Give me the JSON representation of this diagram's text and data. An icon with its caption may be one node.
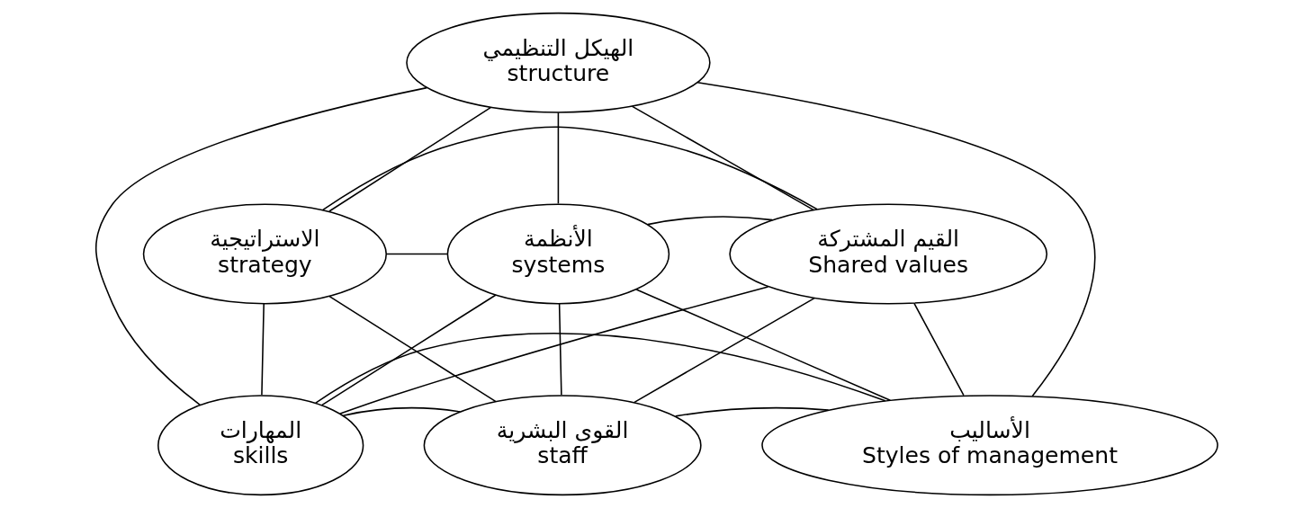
{
  "diagram": {
    "nodes": [
      {
        "text": [
          "الهيكل التنظيمي",
          "structure"
        ]
      },
      {
        "text": [
          "الاستراتيجية",
          "strategy"
        ]
      },
      {
        "text": [
          "الأنظمة",
          "systems"
        ]
      },
      {
        "text": [
          "القيم المشتركة",
          "Shared values"
        ]
      },
      {
        "text": [
          "المهارات",
          "skills"
        ]
      },
      {
        "text": [
          "القوى البشرية",
          "staff"
        ]
      },
      {
        "text": [
          "الأساليب",
          "Styles of management"
        ]
      }
    ],
    "edges": [
      {
        "from": 0,
        "to": 1,
        "arrow": "none"
      },
      {
        "from": 0,
        "to": 2,
        "arrow": "none"
      },
      {
        "from": 0,
        "to": 3,
        "arrow": "none"
      },
      {
        "from": 0,
        "to": 4,
        "arrow": "none"
      },
      {
        "from": 0,
        "to": 6,
        "arrow": "none"
      },
      {
        "from": 1,
        "to": 2,
        "arrow": "none"
      },
      {
        "from": 1,
        "to": 3,
        "arrow": "none"
      },
      {
        "from": 1,
        "to": 4,
        "arrow": "none"
      },
      {
        "from": 1,
        "to": 5,
        "arrow": "none"
      },
      {
        "from": 2,
        "to": 3,
        "arrow": "none"
      },
      {
        "from": 2,
        "to": 4,
        "arrow": "none"
      },
      {
        "from": 2,
        "to": 5,
        "arrow": "none"
      },
      {
        "from": 2,
        "to": 6,
        "arrow": "none"
      },
      {
        "from": 3,
        "to": 4,
        "arrow": "none"
      },
      {
        "from": 3,
        "to": 5,
        "arrow": "none"
      },
      {
        "from": 3,
        "to": 6,
        "arrow": "none"
      },
      {
        "from": 4,
        "to": 6,
        "arrow": "none"
      },
      {
        "from": 4,
        "to": 5,
        "arrow": "none"
      },
      {
        "from": 5,
        "to": 6,
        "arrow": "none"
      }
    ]
  }
}
